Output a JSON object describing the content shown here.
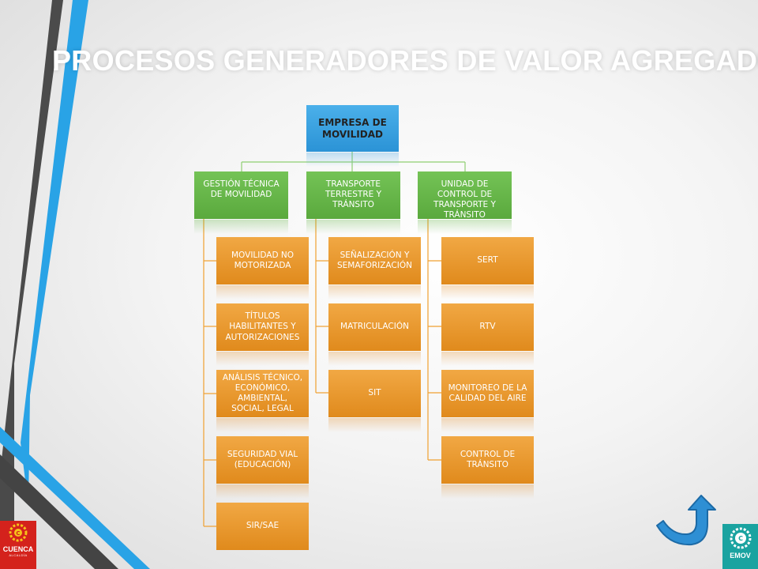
{
  "slide": {
    "title": "PROCESOS GENERADORES DE VALOR AGREGADO"
  },
  "colors": {
    "root": "#2b93d6",
    "level1": "#5aa93d",
    "leaf": "#e08a1c",
    "stripe_blue": "#29a3e6",
    "stripe_dark": "#3a3a3a"
  },
  "org": {
    "root": "EMPRESA DE MOVILIDAD",
    "columns": [
      {
        "label": "GESTIÓN TÉCNICA DE MOVILIDAD",
        "items": [
          "MOVILIDAD NO MOTORIZADA",
          "TÍTULOS HABILITANTES Y AUTORIZACIONES",
          "ANÁLISIS TÉCNICO, ECONÓMICO, AMBIENTAL, SOCIAL, LEGAL",
          "SEGURIDAD VIAL (EDUCACIÓN)",
          "SIR/SAE"
        ]
      },
      {
        "label": "TRANSPORTE TERRESTRE Y TRÁNSITO",
        "items": [
          "SEÑALIZACIÓN Y SEMAFORIZACIÓN",
          "MATRICULACIÓN",
          "SIT"
        ]
      },
      {
        "label": "UNIDAD DE CONTROL DE TRANSPORTE Y TRÁNSITO",
        "items": [
          "SERT",
          "RTV",
          "MONITOREO DE LA CALIDAD DEL AIRE",
          "CONTROL DE TRÁNSITO"
        ]
      }
    ]
  },
  "logos": {
    "left": {
      "name": "CUENCA",
      "sub": "ALCALDÍA",
      "icon": "cuenca-sun-icon"
    },
    "right": {
      "name": "EMOV",
      "icon": "emov-gear-icon"
    }
  },
  "nav": {
    "back_icon": "curved-back-arrow-icon"
  }
}
